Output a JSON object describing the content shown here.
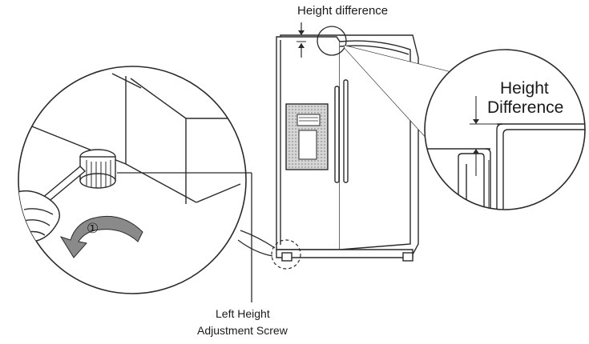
{
  "labels": {
    "height_difference_top": "Height difference",
    "inset_line1": "Height",
    "inset_line2": "Difference",
    "step_marker": "①",
    "screw_line1": "Left Height",
    "screw_line2": "Adjustment Screw"
  },
  "colors": {
    "line": "#2a2a2a",
    "arrow_fill": "#8a8a8a",
    "panel_fill": "#c9c9c9",
    "background": "#ffffff"
  }
}
